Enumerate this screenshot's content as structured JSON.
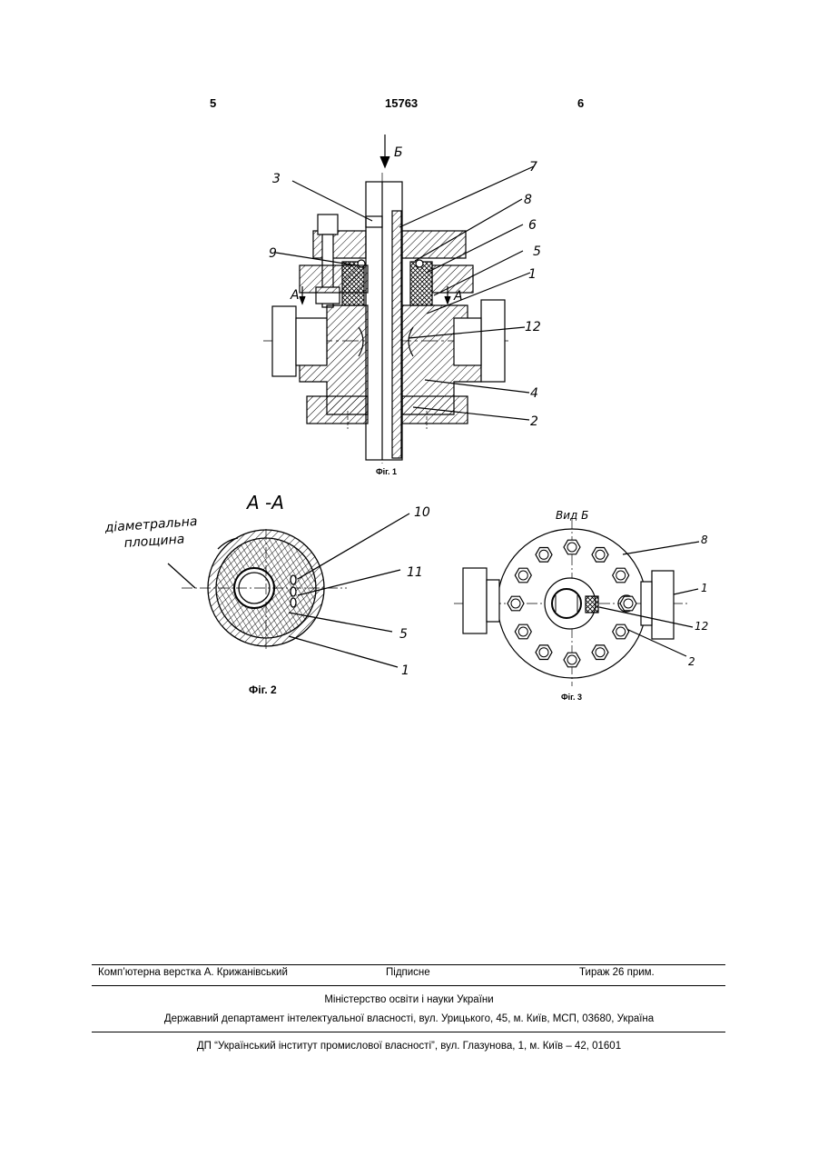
{
  "header": {
    "left_page": "5",
    "patent_number": "15763",
    "right_page": "6"
  },
  "fig1": {
    "caption": "Фіг. 1",
    "labels": {
      "view_arrow": "Б",
      "l3": "3",
      "l7": "7",
      "l8": "8",
      "l6": "6",
      "l9": "9",
      "l5": "5",
      "l1": "1",
      "lA_left": "A",
      "lA_right": "A",
      "l12": "12",
      "l4": "4",
      "l2": "2"
    }
  },
  "fig2": {
    "caption": "Фіг. 2",
    "title": "A -A",
    "note_line1": "діаметральна",
    "note_line2": "площина",
    "labels": {
      "l10": "10",
      "l11": "11",
      "l5": "5",
      "l1": "1"
    }
  },
  "fig3": {
    "caption": "Фіг. 3",
    "title": "Вид Б",
    "labels": {
      "l8": "8",
      "l1": "1",
      "l12": "12",
      "l2": "2"
    }
  },
  "footer": {
    "typesetter": "Комп’ютерна верстка А. Крижанівський",
    "signed": "Підписне",
    "circulation": "Тираж 26 прим.",
    "ministry": "Міністерство освіти і науки України",
    "department": "Державний департамент інтелектуальної власності, вул. Урицького, 45, м. Київ, МСП, 03680, Україна",
    "institute": "ДП “Український інститут промислової власності”, вул. Глазунова, 1, м. Київ – 42, 01601"
  }
}
